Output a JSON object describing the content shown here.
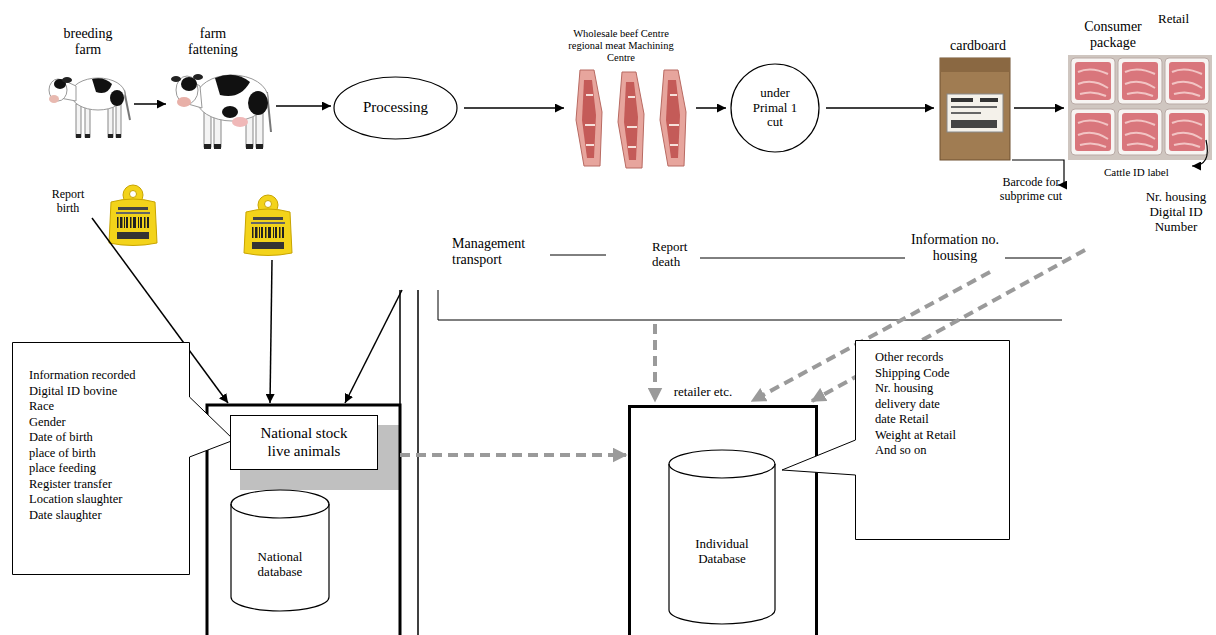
{
  "diagram": {
    "nodes": [
      {
        "text": [
          "breeding farm"
        ]
      },
      {
        "text": [
          "farm fattening"
        ]
      },
      {
        "text": [
          "Processing"
        ]
      },
      {
        "text": [
          "Wholesale beef Centre regional meat Machining Centre"
        ]
      },
      {
        "text": [
          "under Primal 1 cut"
        ]
      },
      {
        "text": [
          "cardboard"
        ]
      },
      {
        "text": [
          "Consumer package"
        ]
      },
      {
        "text": [
          "Information recorded",
          "Digital ID bovine",
          "Race",
          "Gender",
          "Date of birth",
          "place of birth",
          "place feeding",
          "Register transfer",
          "Location slaughter",
          "Date slaughter"
        ]
      },
      {
        "text": [
          "National stock live animals"
        ]
      },
      {
        "text": [
          "National database"
        ]
      },
      {
        "text": [
          "retailer etc."
        ]
      },
      {
        "text": [
          "Individual Database"
        ],
        "in": 10
      },
      {
        "text": [
          "Other records",
          "Shipping Code",
          "Nr. housing",
          "delivery date",
          "date Retail",
          "Weight at Retail",
          "And so on"
        ]
      }
    ],
    "edges": [
      {
        "from": 0,
        "to": 1,
        "arrow": "to"
      },
      {
        "from": 1,
        "to": 2,
        "arrow": "to"
      },
      {
        "from": 2,
        "to": 3,
        "arrow": "to"
      },
      {
        "from": 3,
        "to": 4,
        "arrow": "to"
      },
      {
        "from": 4,
        "to": 5,
        "arrow": "to"
      },
      {
        "from": 5,
        "to": 6,
        "arrow": "to"
      },
      {
        "from": 8,
        "to": 10,
        "arrow": "to"
      }
    ],
    "labels": [
      "Retail",
      "Barcode for subprime cut",
      "Cattle ID label",
      "Nr. housing Digital ID Number",
      "Report birth",
      "Management transport",
      "Report death",
      "Information no. housing"
    ]
  }
}
